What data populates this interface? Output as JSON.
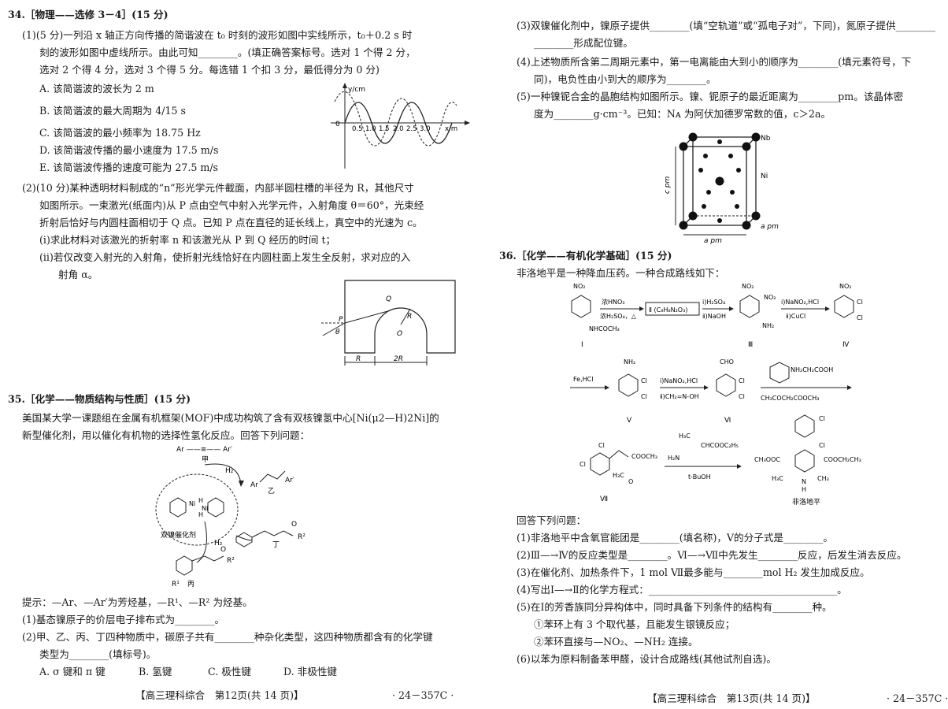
{
  "left": {
    "q34_title": "34.［物理——选修 3－4］(15 分)",
    "q34_1_lines": [
      "(1)(5 分)一列沿 x 轴正方向传播的简谐波在 t₀ 时刻的波形如图中实线所示，t₀＋0.2 s 时",
      "刻的波形如图中虚线所示。由此可知________。(填正确答案标号。选对 1 个得 2 分，",
      "选对 2 个得 4 分，选对 3 个得 5 分。每选错 1 个扣 3 分，最低得分为 0 分)"
    ],
    "q34_1_options": [
      "A. 该简谐波的波长为 2 m",
      "B. 该简谐波的最大周期为 4/15 s",
      "C. 该简谐波的最小频率为 18.75 Hz",
      "D. 该简谐波传播的最小速度为 17.5 m/s",
      "E. 该简谐波传播的速度可能为 27.5 m/s"
    ],
    "wave_fig": {
      "ylabel": "y/cm",
      "xlabel": "x/m",
      "origin": "0",
      "ticks": [
        "0.5",
        "1.0",
        "1.5",
        "2.0",
        "2.5",
        "3.0"
      ]
    },
    "q34_2_lines": [
      "(2)(10 分)某种透明材料制成的“n”形光学元件截面，内部半圆柱槽的半径为 R，其他尺寸",
      "如图所示。一束激光(纸面内)从 P 点由空气中射入光学元件，入射角度 θ＝60°，光束经",
      "折射后恰好与内圆柱面相切于 Q 点。已知 P 点在直径的延长线上，真空中的光速为 c。",
      "(ⅰ)求此材料对该激光的折射率 n 和该激光从 P 到 Q 经历的时间 t；",
      "(ⅱ)若仅改变入射光的入射角，使折射光线恰好在内圆柱面上发生全反射，求对应的入",
      "射角 α。"
    ],
    "optic_fig": {
      "labels": [
        "P",
        "Q",
        "R",
        "O",
        "θ",
        "R",
        "2R"
      ]
    },
    "q35_title": "35.［化学——物质结构与性质］(15 分)",
    "q35_intro": [
      "美国某大学一课题组在金属有机框架(MOF)中成功构筑了含有双核镍氢中心[Ni(μ2—H)2Ni]的",
      "新型催化剂，用以催化有机物的选择性氢化反应。回答下列问题："
    ],
    "catalyst_fig": {
      "jia_formula": "Ar ——≡—— Ar′",
      "jia": "甲",
      "h2_top": "H₂",
      "yi": "乙",
      "h2_mid": "H₂",
      "ding": "丁",
      "bing": "丙",
      "catalyst": "双镍催化剂",
      "ar": "Ar",
      "ar2": "Ar′",
      "r1": "R¹",
      "r2": "R²"
    },
    "q35_hint": "提示：—Ar、—Ar′为芳烃基，—R¹、—R² 为烃基。",
    "q35_qs": [
      "(1)基态镍原子的价层电子排布式为________。",
      "(2)甲、乙、丙、丁四种物质中，碳原子共有________种杂化类型，这四种物质都含有的化学键",
      "类型为________(填标号)。"
    ],
    "q35_opts": [
      "A. σ 键和 π 键",
      "B. 氢键",
      "C. 极性键",
      "D. 非极性键"
    ],
    "footer": "【高三理科综合　第12页(共 14 页)】",
    "code": "· 24－357C ·"
  },
  "right": {
    "q35_cont": [
      "(3)双镍催化剂中，镍原子提供________(填“空轨道”或“孤电子对”，下同)，氮原子提供________",
      "________形成配位键。",
      "(4)上述物质所含第二周期元素中，第一电离能由大到小的顺序为________(填元素符号，下",
      "同)，电负性由小到大的顺序为________。",
      "(5)一种镍铌合金的晶胞结构如图所示。镍、铌原子的最近距离为________pm。该晶体密",
      "度为________g·cm⁻³。已知：Nᴀ 为阿伏加德罗常数的值，c＞2a。"
    ],
    "cell_fig": {
      "nb": "Nb",
      "ni": "Ni",
      "c": "c pm",
      "a1": "a pm",
      "a2": "a pm"
    },
    "q36_title": "36.［化学——有机化学基础］(15 分)",
    "q36_intro": "非洛地平是一种降血压药。一种合成路线如下：",
    "syn": {
      "r1_reag_top": "浓HNO₃",
      "r1_reag_bot": "浓H₂SO₄，△",
      "box": "Ⅱ (C₈H₈N₂O₃)",
      "r2_top": "ⅰ)H₂SO₄",
      "r2_bot": "ⅱ)NaOH",
      "r3_top": "ⅰ)NaNO₂,HCl",
      "r3_bot": "ⅱ)CuCl",
      "l1": "Ⅰ",
      "l3": "Ⅲ",
      "l4": "Ⅳ",
      "r4": "Fe,HCl",
      "r5_top": "ⅰ)NaNO₂,HCl",
      "r5_bot": "ⅱ)CH₂=N-OH",
      "r6_bot": "CH₃COCH₂COOCH₃",
      "pip": "NH₂CH₂COOH",
      "l5": "Ⅴ",
      "l6": "Ⅵ",
      "l7": "Ⅶ",
      "r7_top": "CHCOOC₂H₅",
      "r7_bot": "t-BuOH",
      "product": "非洛地平"
    },
    "q36_qs": [
      "回答下列问题：",
      "(1)非洛地平中含氧官能团是________(填名称)，Ⅴ的分子式是________。",
      "(2)Ⅲ—→Ⅳ的反应类型是________。Ⅵ—→Ⅶ中先发生________反应，后发生消去反应。",
      "(3)在催化剂、加热条件下，1 mol Ⅶ最多能与________mol H₂ 发生加成反应。",
      "(4)写出Ⅰ—→Ⅱ的化学方程式：______________________________________。",
      "(5)在Ⅰ的芳香族同分异构体中，同时具备下列条件的结构有________种。",
      "①苯环上有 3 个取代基，且能发生银镜反应；",
      "②苯环直接与—NO₂、—NH₂ 连接。",
      "(6)以苯为原料制备苯甲醛，设计合成路线(其他试剂自选)。"
    ],
    "footer": "【高三理科综合　第13页(共 14 页)】",
    "code": "· 24－357C ·"
  }
}
